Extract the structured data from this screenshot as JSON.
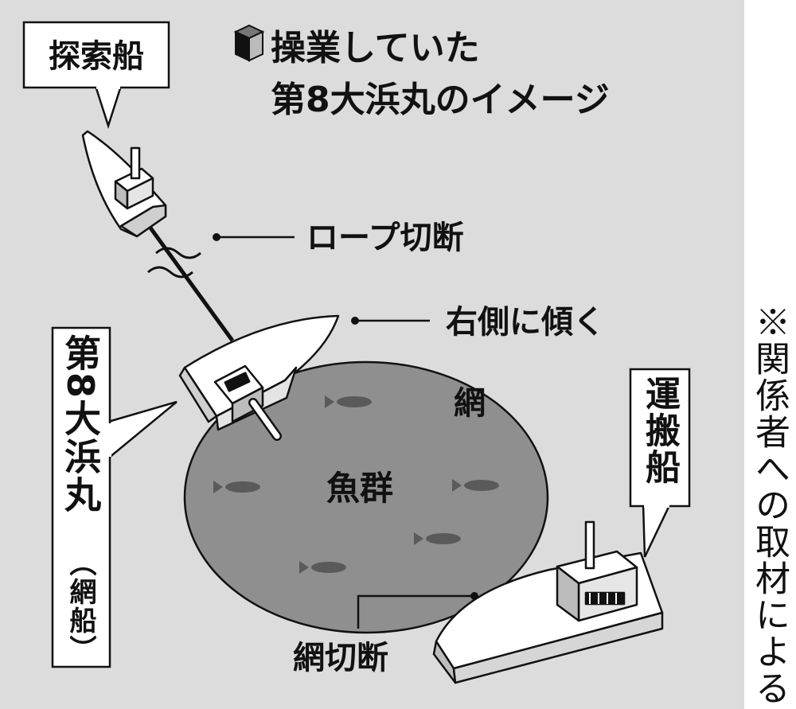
{
  "title": {
    "line1": "操業していた",
    "line2": "第8大浜丸のイメージ"
  },
  "labels": {
    "search_ship": "探索船",
    "rope_cut": "ロープ切断",
    "tilt_right": "右側に傾く",
    "net": "網",
    "fish_school": "魚群",
    "net_cut": "網切断",
    "carrier_ship": "運搬船",
    "daihama_maru": "第8大浜丸",
    "daihama_maru_sub": "（網船）"
  },
  "source_note": "※関係者への取材による",
  "colors": {
    "background": "#ffffff",
    "panel": "#dcdcdc",
    "net": "#8f8f8f",
    "fish": "#5a5a5a",
    "ink": "#111111"
  },
  "icons": [
    "cube-icon",
    "fish-icon",
    "wavy-break-icon"
  ]
}
